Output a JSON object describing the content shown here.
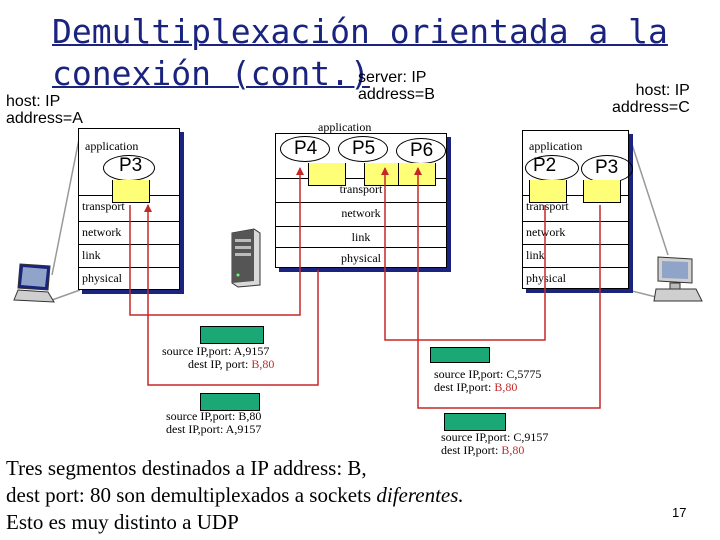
{
  "title": {
    "line1": "Demultiplexación orientada a la",
    "line2": "conexión (cont.)"
  },
  "hosts": {
    "a": {
      "line1": "host: IP",
      "line2": "address=A"
    },
    "b": {
      "line1": "server: IP",
      "line2": "address=B"
    },
    "c": {
      "line1": "host: IP",
      "line2": "address=C"
    }
  },
  "stack": {
    "application": "application",
    "transport": "transport",
    "network": "network",
    "link": "link",
    "physical": "physical"
  },
  "processes": {
    "a_p3": "P3",
    "b_p4": "P4",
    "b_p5": "P5",
    "b_p6": "P6",
    "c_p2": "P2",
    "c_p3": "P3"
  },
  "segments": [
    {
      "src_label": "source IP,port: ",
      "src_value": "A,9157",
      "dst_label": "dest IP, port: ",
      "dst_value": "B,80"
    },
    {
      "src_label": "source IP,port: ",
      "src_value": "B,80",
      "dst_label": "dest IP,port: ",
      "dst_value": "A,9157"
    },
    {
      "src_label": "source IP,port: ",
      "src_value": "C,5775",
      "dst_label": "dest IP,port: ",
      "dst_value": "B,80"
    },
    {
      "src_label": "source IP,port: ",
      "src_value": "C,9157",
      "dst_label": "dest IP,port: ",
      "dst_value": "B,80"
    }
  ],
  "note": {
    "line1": "Tres segmentos destinados a IP address: B,",
    "line2_pre": "dest port: 80 son demultiplexados a sockets ",
    "line2_em": "diferentes.",
    "line3": "Esto es muy distinto a UDP"
  },
  "page_number": "17",
  "colors": {
    "title": "#1a237e",
    "box_shadow": "#1a237e",
    "socket": "#ffff77",
    "segment": "#1aa876",
    "arrow": "#c62828",
    "ports": "#c62828"
  }
}
